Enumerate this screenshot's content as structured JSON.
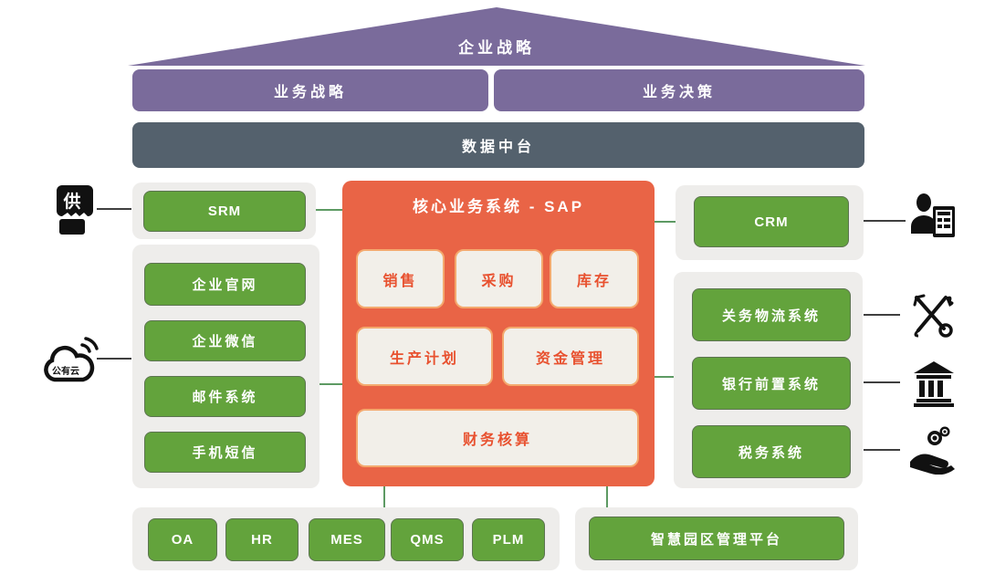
{
  "roof": {
    "label": "企业战略"
  },
  "strategy": {
    "business_strategy": "业务战略",
    "business_decision": "业务决策"
  },
  "data_platform": {
    "label": "数据中台"
  },
  "core_system": {
    "title": "核心业务系统 - SAP",
    "row1": [
      "销售",
      "采购",
      "库存"
    ],
    "row2": [
      "生产计划",
      "资金管理"
    ],
    "row3": "财务核算"
  },
  "left_column": {
    "srm_label": "SRM",
    "supplier_icon_label": "供",
    "cloud_icon_label": "公有云",
    "channel_systems": [
      "企业官网",
      "企业微信",
      "邮件系统",
      "手机短信"
    ]
  },
  "right_column": {
    "crm_label": "CRM",
    "external_systems": [
      "关务物流系统",
      "银行前置系统",
      "税务系统"
    ]
  },
  "bottom_row": {
    "apps": [
      "OA",
      "HR",
      "MES",
      "QMS",
      "PLM"
    ],
    "park_platform": "智慧园区管理平台"
  },
  "colors": {
    "purple": "#7a6b9b",
    "slate": "#54616d",
    "green": "#63a33c",
    "orange": "#e96446",
    "module_bg": "#f2efe9",
    "module_text": "#e8512f",
    "container_gray": "#eeedeb",
    "connector_green": "#5d9a63",
    "connector_dark": "#3f3f3f"
  }
}
